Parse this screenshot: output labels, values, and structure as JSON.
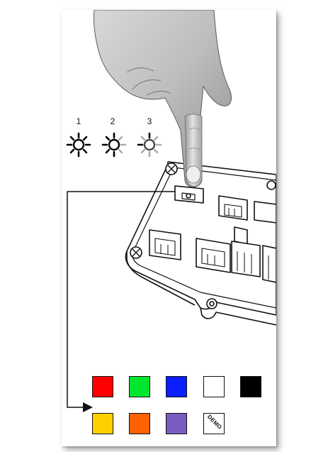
{
  "steps": [
    {
      "number": "1",
      "icon": "sun-full-bright-icon"
    },
    {
      "number": "2",
      "icon": "sun-half-bright-icon"
    },
    {
      "number": "3",
      "icon": "sun-dim-icon"
    }
  ],
  "swatches_row1": [
    {
      "name": "red",
      "color": "#ff0000"
    },
    {
      "name": "green",
      "color": "#00e62e"
    },
    {
      "name": "blue",
      "color": "#0a1eff"
    },
    {
      "name": "white",
      "color": "#ffffff"
    },
    {
      "name": "black",
      "color": "#000000"
    }
  ],
  "swatches_row2": [
    {
      "name": "yellow",
      "color": "#ffd000"
    },
    {
      "name": "orange",
      "color": "#ff6000"
    },
    {
      "name": "purple",
      "color": "#7a5cc0"
    },
    {
      "name": "demo",
      "color": "#ffffff",
      "label": "DEMO"
    }
  ],
  "icons": {
    "hand": "pointing-hand-icon",
    "controller": "led-controller-board-icon",
    "arrow": "connector-arrow-icon"
  }
}
